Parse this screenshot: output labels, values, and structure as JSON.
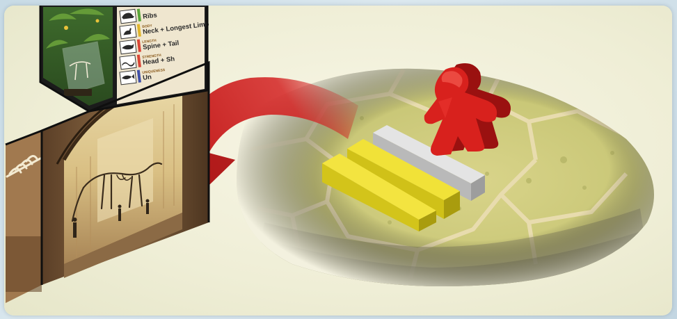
{
  "museum_card": {
    "categories": [
      {
        "icon": "turtle-icon",
        "stripe_color": "#5aa63a",
        "small_label": "",
        "label": "Ribs"
      },
      {
        "icon": "dinosaur-icon",
        "stripe_color": "#e0b52c",
        "small_label": "BODY",
        "label": "Neck + Longest Limb"
      },
      {
        "icon": "bird-icon",
        "stripe_color": "#d94636",
        "small_label": "LENGTH",
        "label": "Spine + Tail"
      },
      {
        "icon": "snake-icon",
        "stripe_color": "#d94636",
        "small_label": "STRENGTH",
        "label": "Head + Sh"
      },
      {
        "icon": "fish-icon",
        "stripe_color": "#3f4fa8",
        "small_label": "UNIQUENESS",
        "label": "Un"
      }
    ]
  },
  "board": {
    "meeple_color": "#d41f1c",
    "arrow_color": "#cc1f1f",
    "bars": [
      {
        "color": "#e6d81e",
        "name": "yellow-bar-front"
      },
      {
        "color": "#e6d81e",
        "name": "yellow-bar-back"
      },
      {
        "color": "#c9c9c9",
        "name": "gray-bar"
      }
    ]
  }
}
